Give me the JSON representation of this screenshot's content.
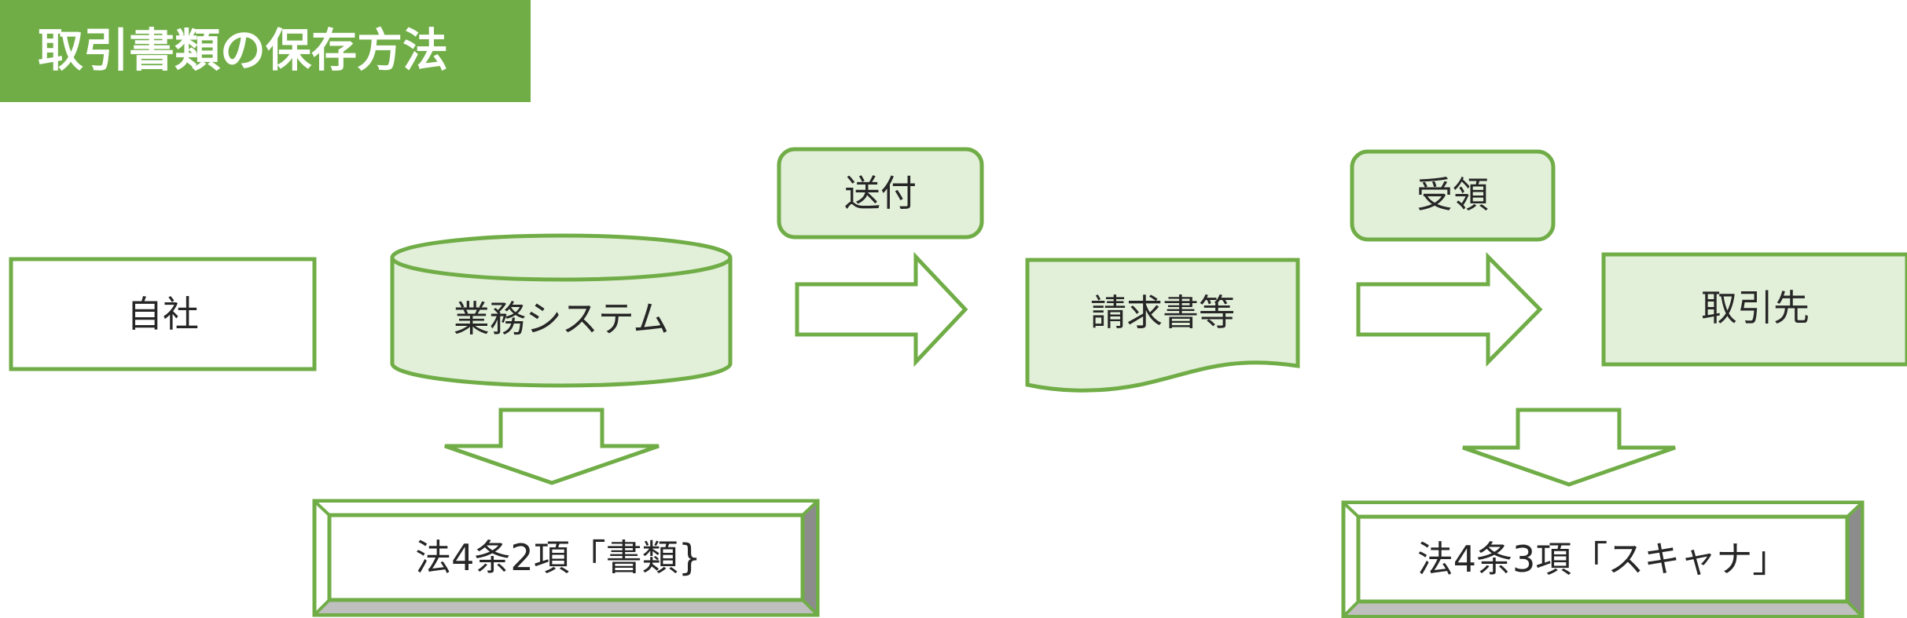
{
  "title": "取引書類の保存方法",
  "nodes": {
    "own_company": "自社",
    "business_system": "業務システム",
    "invoice": "請求書等",
    "business_partner": "取引先",
    "law_documents": "法4条2項「書類}",
    "law_scanner": "法4条3項「スキャナ」"
  },
  "actions": {
    "send": "送付",
    "receive": "受領"
  },
  "colors": {
    "accent": "#70ad47",
    "fill": "#e2efd9",
    "text": "#262626",
    "bevel": "#bfbfbf"
  }
}
